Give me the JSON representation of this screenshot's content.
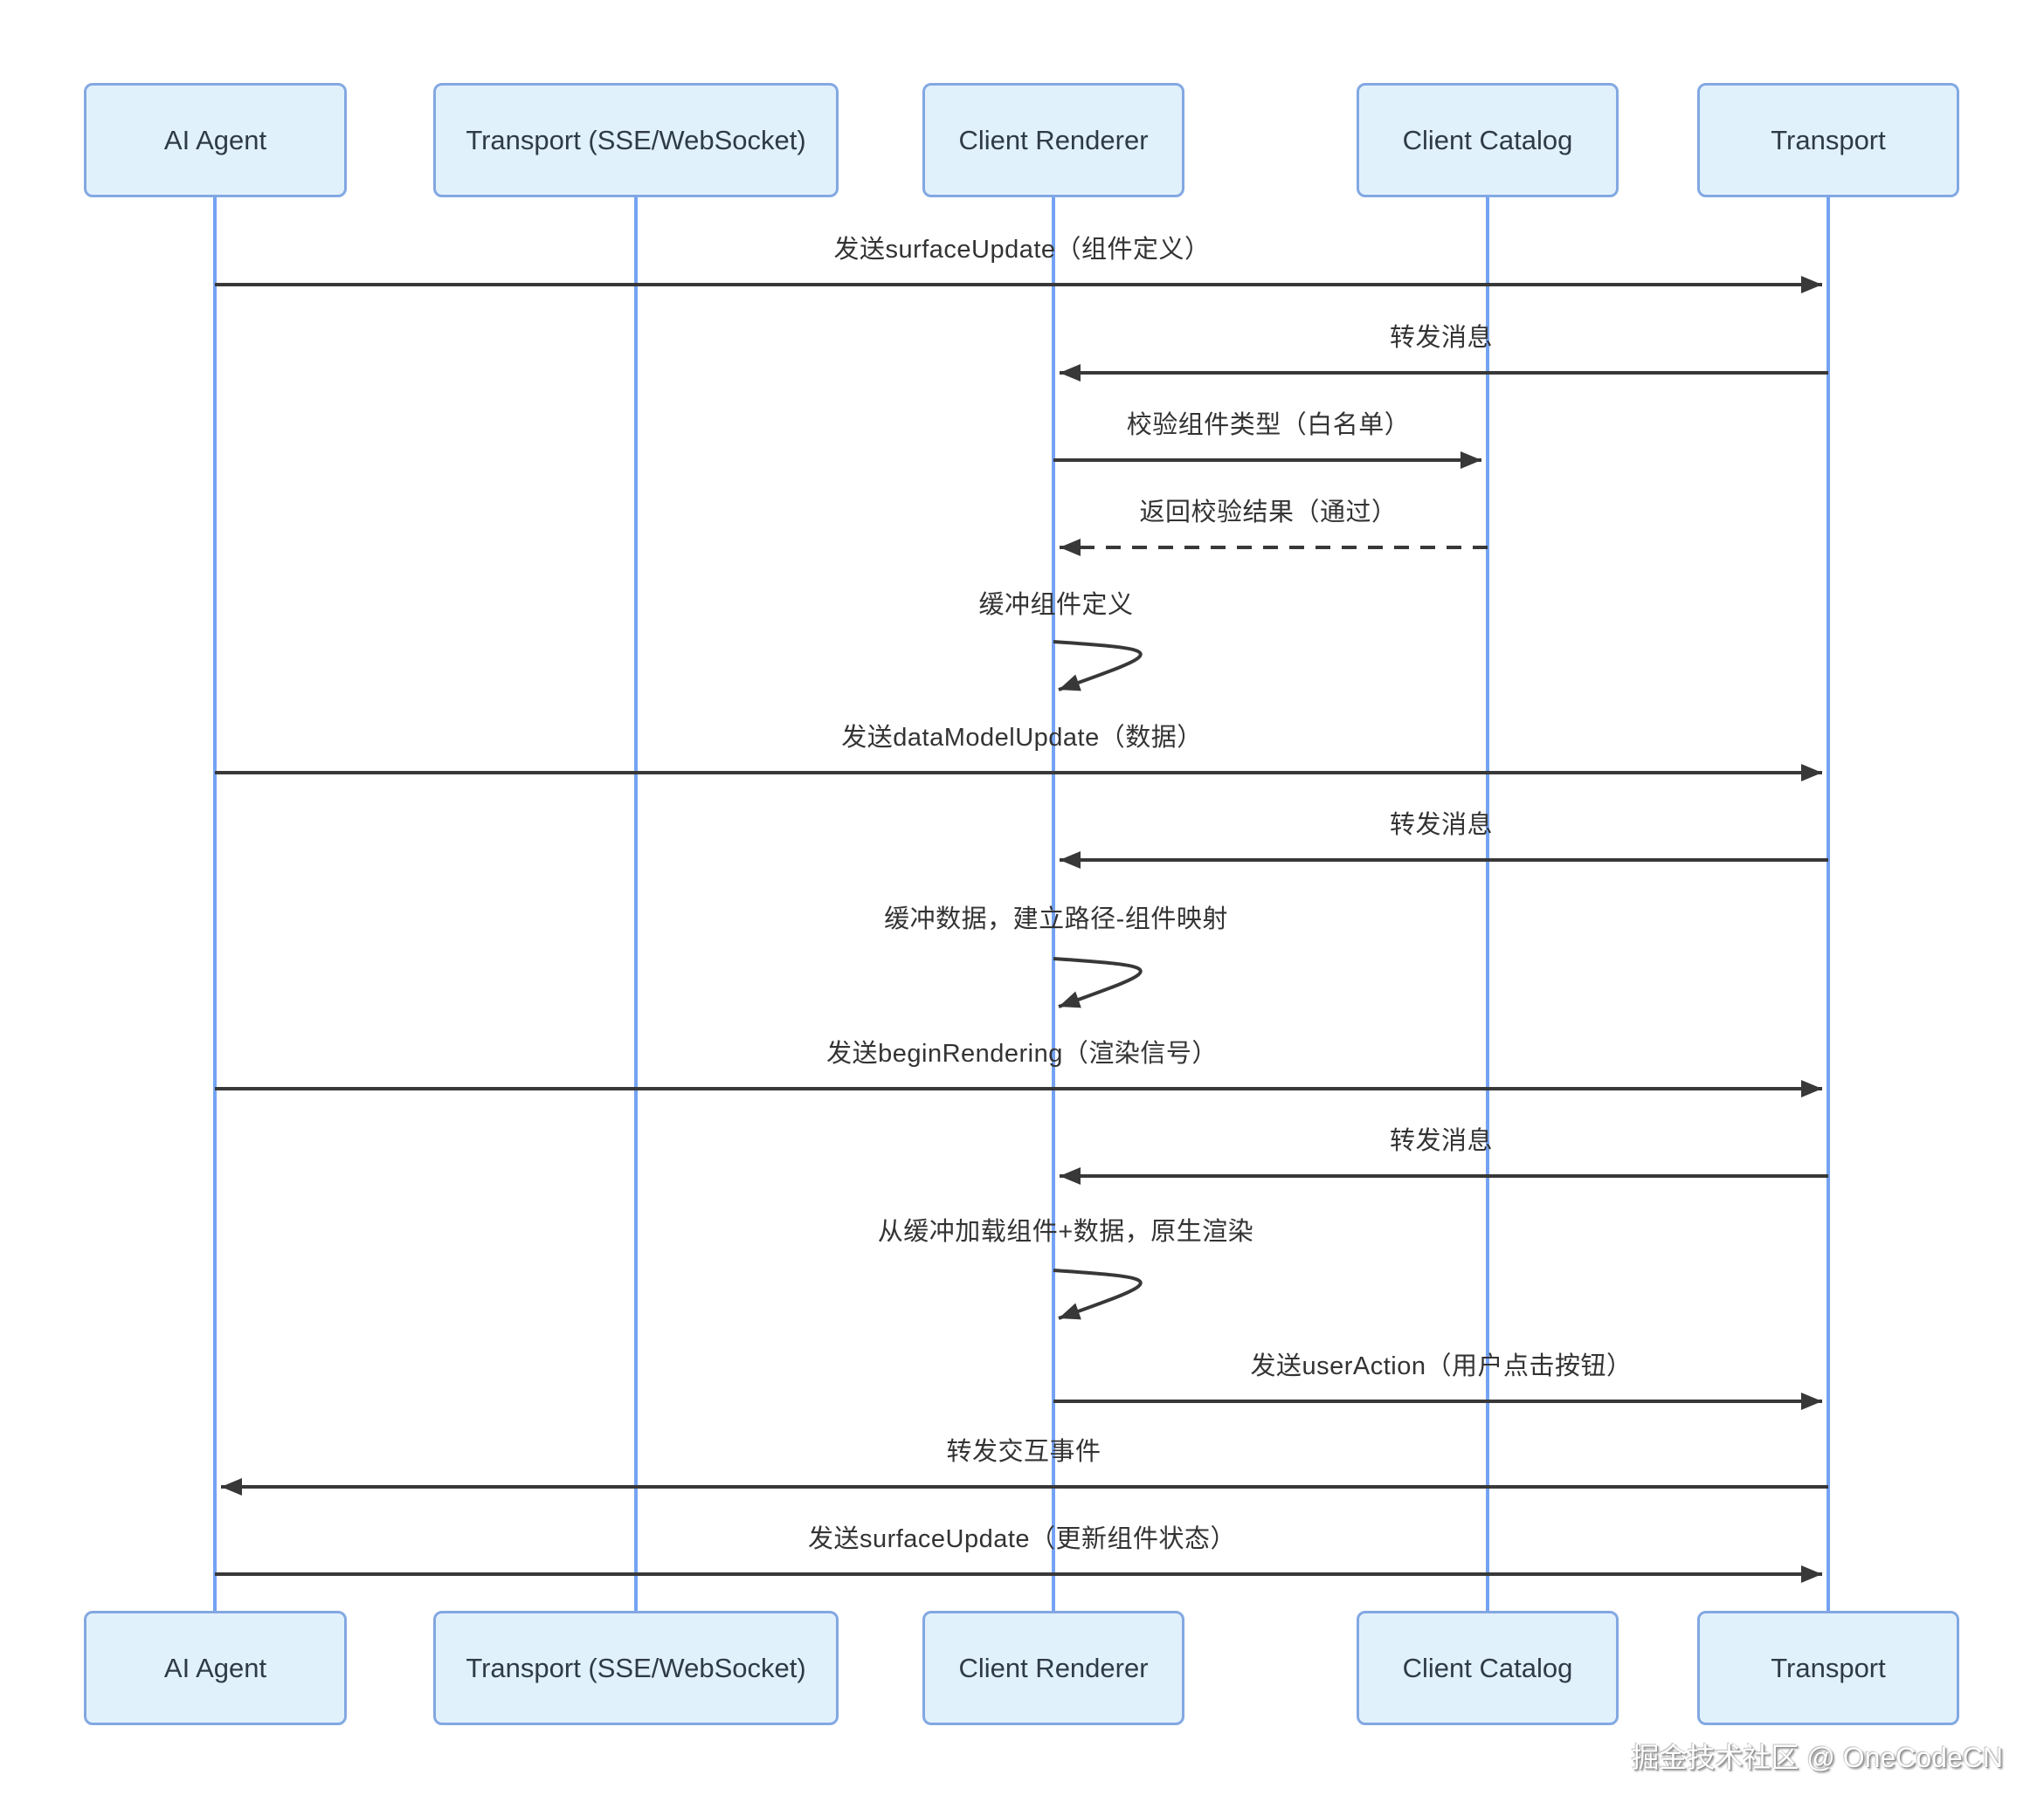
{
  "diagram": {
    "type": "sequence-diagram",
    "participants": [
      {
        "id": "ai-agent",
        "label": "AI Agent"
      },
      {
        "id": "transport-sse",
        "label": "Transport (SSE/WebSocket)"
      },
      {
        "id": "client-renderer",
        "label": "Client Renderer"
      },
      {
        "id": "client-catalog",
        "label": "Client Catalog"
      },
      {
        "id": "transport",
        "label": "Transport"
      }
    ],
    "messages": [
      {
        "from": "AI Agent",
        "to": "Transport",
        "style": "solid",
        "label": "发送surfaceUpdate（组件定义）"
      },
      {
        "from": "Transport",
        "to": "Client Renderer",
        "style": "solid",
        "label": "转发消息"
      },
      {
        "from": "Client Renderer",
        "to": "Client Catalog",
        "style": "solid",
        "label": "校验组件类型（白名单）"
      },
      {
        "from": "Client Catalog",
        "to": "Client Renderer",
        "style": "dashed",
        "label": "返回校验结果（通过）"
      },
      {
        "from": "Client Renderer",
        "to": "Client Renderer",
        "style": "self",
        "label": "缓冲组件定义"
      },
      {
        "from": "AI Agent",
        "to": "Transport",
        "style": "solid",
        "label": "发送dataModelUpdate（数据）"
      },
      {
        "from": "Transport",
        "to": "Client Renderer",
        "style": "solid",
        "label": "转发消息"
      },
      {
        "from": "Client Renderer",
        "to": "Client Renderer",
        "style": "self",
        "label": "缓冲数据，建立路径-组件映射"
      },
      {
        "from": "AI Agent",
        "to": "Transport",
        "style": "solid",
        "label": "发送beginRendering（渲染信号）"
      },
      {
        "from": "Transport",
        "to": "Client Renderer",
        "style": "solid",
        "label": "转发消息"
      },
      {
        "from": "Client Renderer",
        "to": "Client Renderer",
        "style": "self",
        "label": "从缓冲加载组件+数据，原生渲染"
      },
      {
        "from": "Client Renderer",
        "to": "Transport",
        "style": "solid",
        "label": "发送userAction（用户点击按钮）"
      },
      {
        "from": "Transport",
        "to": "AI Agent",
        "style": "solid",
        "label": "转发交互事件"
      },
      {
        "from": "AI Agent",
        "to": "Transport",
        "style": "solid",
        "label": "发送surfaceUpdate（更新组件状态）"
      }
    ],
    "watermark": "掘金技术社区 @ OneCodeCN",
    "colors": {
      "box_fill": "#E1F1FC",
      "box_border": "#82A8E2",
      "lifeline": "#74A3F3",
      "arrow": "#383838",
      "text": "#333333",
      "watermark_text": "#ffffff"
    }
  }
}
